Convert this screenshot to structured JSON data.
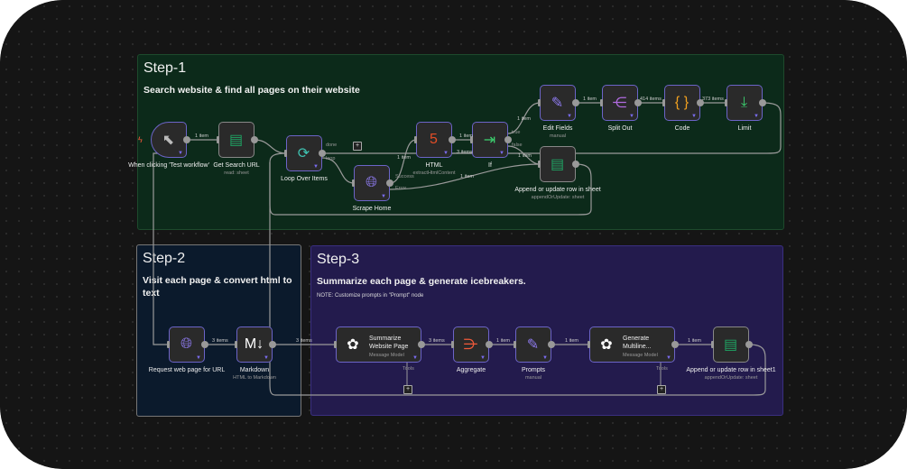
{
  "stickies": [
    {
      "title": "Step-1",
      "subtitle": "Search website & find all pages on their website",
      "note": ""
    },
    {
      "title": "Step-2",
      "subtitle": "Visit each page & convert html to text",
      "note": ""
    },
    {
      "title": "Step-3",
      "subtitle": "Summarize each page & generate icebreakers.",
      "note": "NOTE: Customize prompts in \"Prompt\" node"
    }
  ],
  "nodes": [
    {
      "label": "When clicking 'Test workflow'",
      "sub": "",
      "icon": "cursor-icon",
      "glyph": "⬉",
      "color": "#bbbbbb"
    },
    {
      "label": "Get Search URL",
      "sub": "read: sheet",
      "icon": "google-sheets-icon",
      "glyph": "▤",
      "color": "#1fa463"
    },
    {
      "label": "Loop Over Items",
      "sub": "",
      "icon": "loop-icon",
      "glyph": "⟳",
      "color": "#3fc1b0"
    },
    {
      "label": "Scrape Home",
      "sub": "",
      "icon": "globe-icon",
      "glyph": "🌐︎",
      "color": "#8f7bf0"
    },
    {
      "label": "HTML",
      "sub": "extractHtmlContent",
      "icon": "html5-icon",
      "glyph": "5",
      "color": "#e44d26"
    },
    {
      "label": "If",
      "sub": "",
      "icon": "signpost-icon",
      "glyph": "⇥",
      "color": "#3ccf6e"
    },
    {
      "label": "Edit Fields",
      "sub": "manual",
      "icon": "pencil-icon",
      "glyph": "✎",
      "color": "#8f7bf0"
    },
    {
      "label": "Split Out",
      "sub": "",
      "icon": "split-out-icon",
      "glyph": "⋲",
      "color": "#b06adf"
    },
    {
      "label": "Code",
      "sub": "",
      "icon": "code-braces-icon",
      "glyph": "{ }",
      "color": "#f0a020"
    },
    {
      "label": "Limit",
      "sub": "",
      "icon": "limit-icon",
      "glyph": "⤓",
      "color": "#3ccf6e"
    },
    {
      "label": "Append or update row in sheet",
      "sub": "appendOrUpdate: sheet",
      "icon": "google-sheets-icon",
      "glyph": "▤",
      "color": "#1fa463"
    },
    {
      "label": "Request web page for URL",
      "sub": "",
      "icon": "globe-icon",
      "glyph": "🌐︎",
      "color": "#8f7bf0"
    },
    {
      "label": "Markdown",
      "sub": "HTML to Markdown",
      "icon": "markdown-icon",
      "glyph": "M↓",
      "color": "#ffffff"
    },
    {
      "label": "Summarize Website Page",
      "sub": "Message Model",
      "icon": "openai-icon",
      "glyph": "✿",
      "color": "#ffffff"
    },
    {
      "label": "Aggregate",
      "sub": "",
      "icon": "aggregate-icon",
      "glyph": "⋺",
      "color": "#f05a3a"
    },
    {
      "label": "Prompts",
      "sub": "manual",
      "icon": "pencil-icon",
      "glyph": "✎",
      "color": "#8f7bf0"
    },
    {
      "label": "Generate Multiline...",
      "sub": "Message Model",
      "icon": "openai-icon",
      "glyph": "✿",
      "color": "#ffffff"
    },
    {
      "label": "Append or update row in sheet1",
      "sub": "appendOrUpdate: sheet",
      "icon": "google-sheets-icon",
      "glyph": "▤",
      "color": "#1fa463"
    }
  ],
  "edge_labels": [
    "1 item",
    "1 item",
    "3 items",
    "1 item",
    "1 item",
    "1 item",
    "414 items",
    "373 items",
    "1 item",
    "3 items",
    "3 items",
    "3 items",
    "1 item",
    "1 item",
    "1 item"
  ],
  "port_labels": [
    "done",
    "loop",
    "Success",
    "Error",
    "true",
    "false",
    "Tools",
    "Tools"
  ],
  "colors": {
    "step1": "#0c2a1a",
    "step2": "#0b1a2c",
    "step3": "#231b4d",
    "node_border": "#6c64c7"
  }
}
